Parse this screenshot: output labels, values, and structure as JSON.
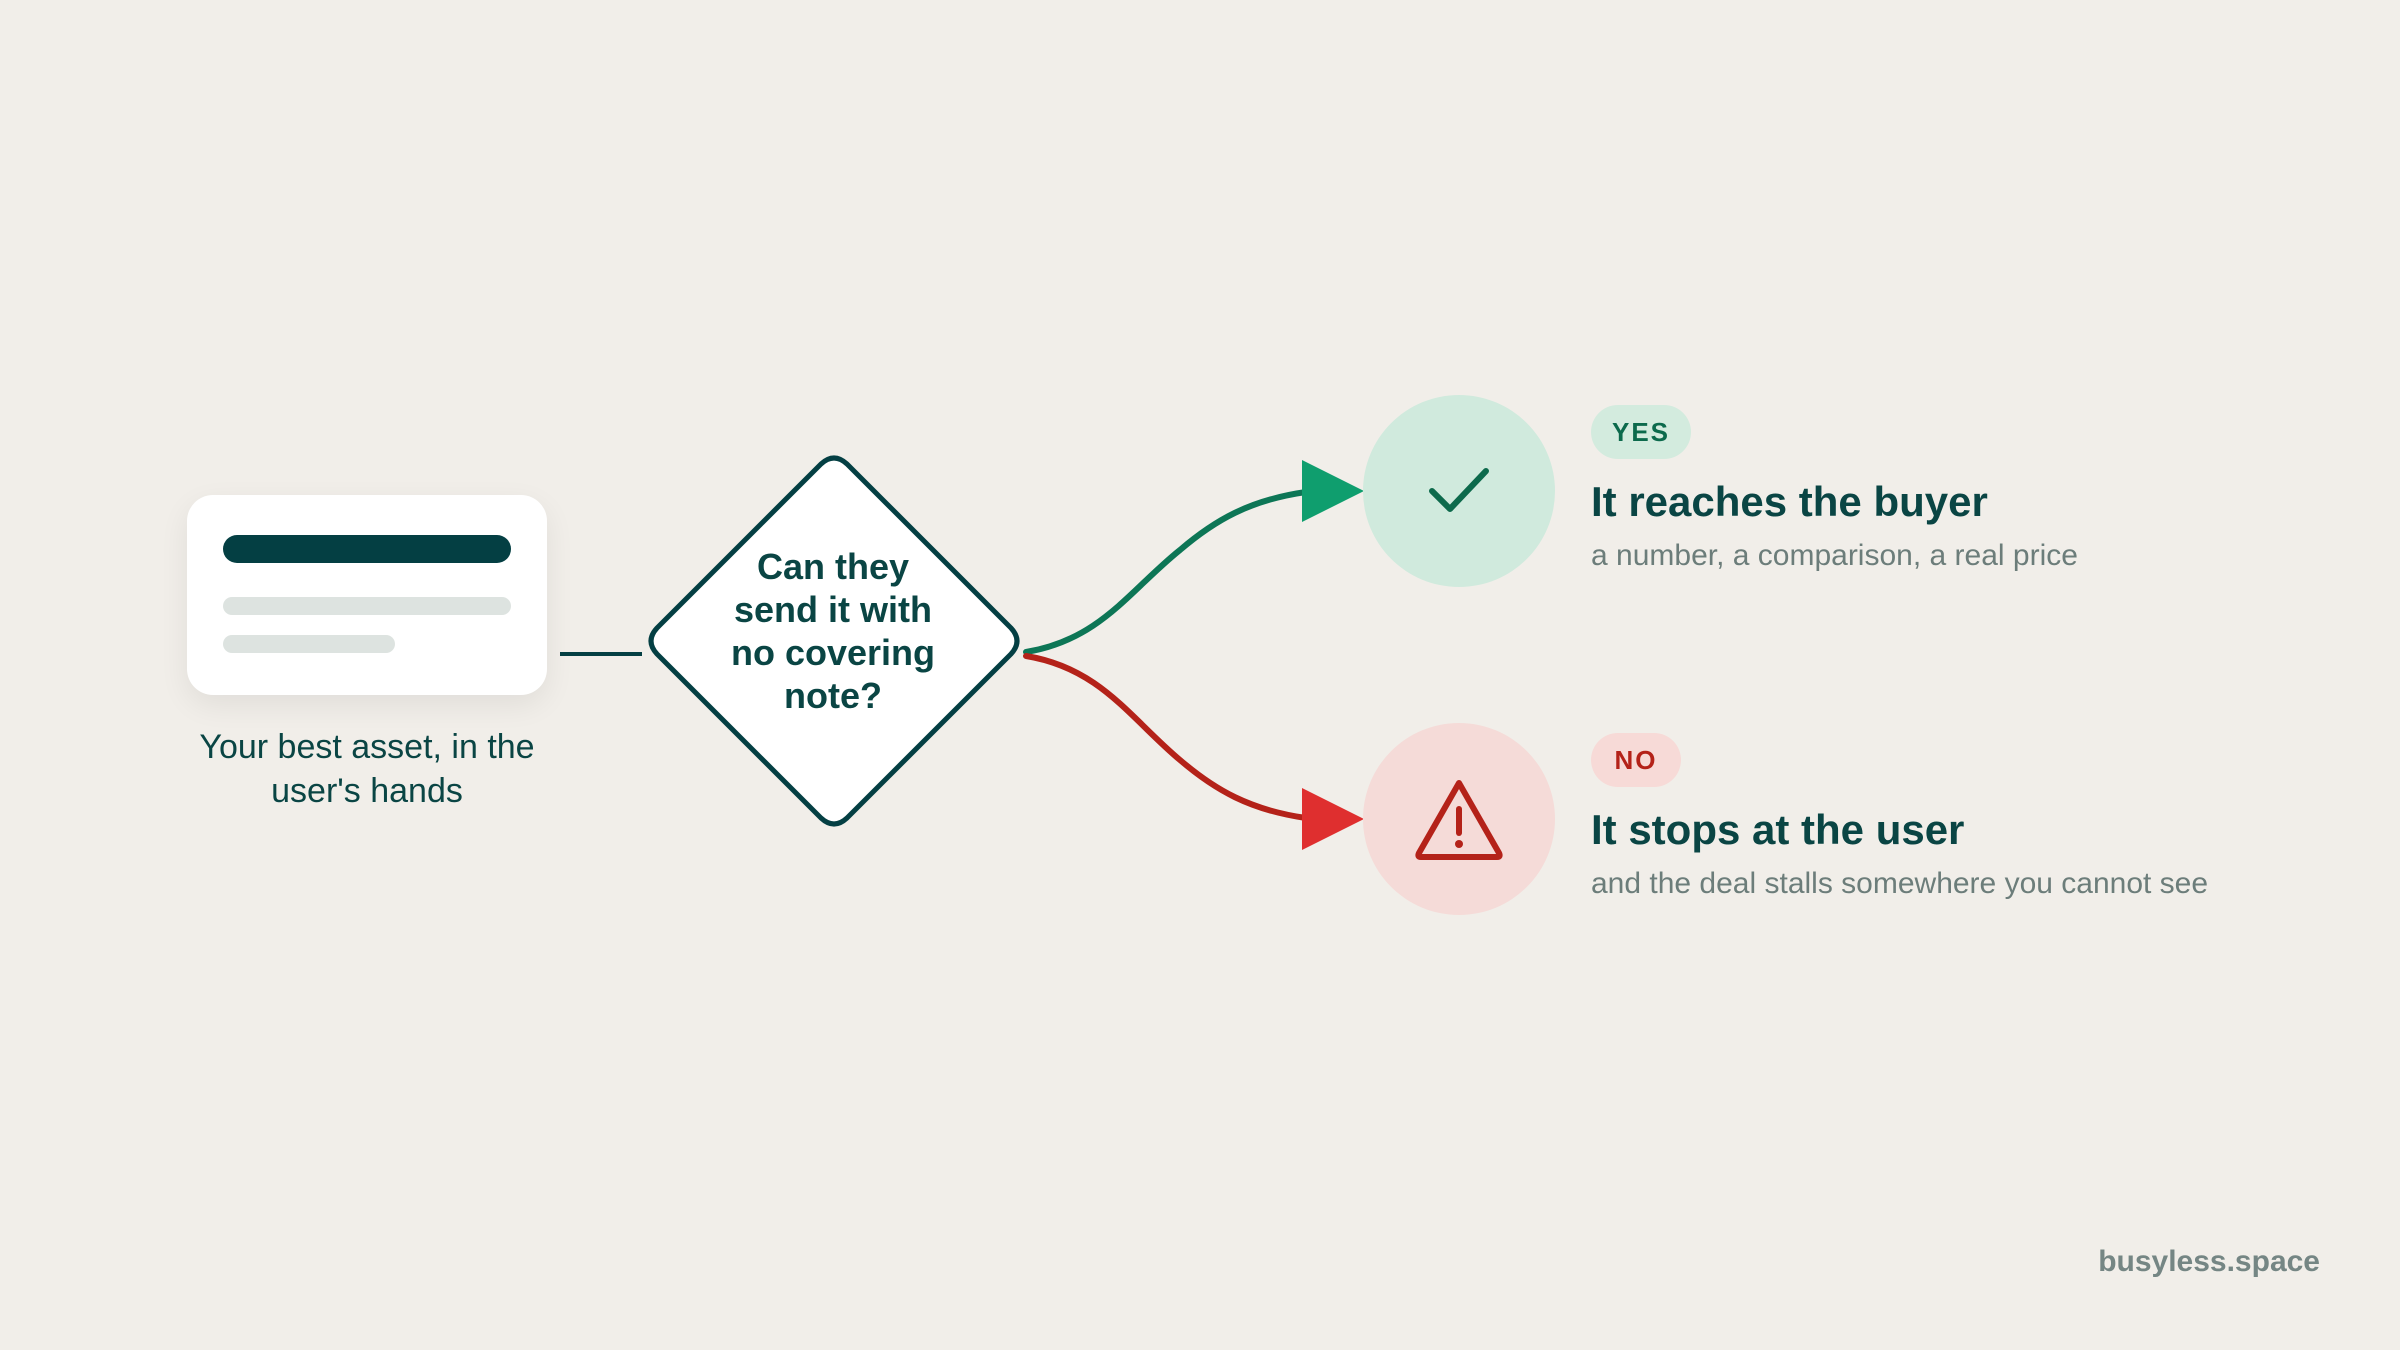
{
  "asset": {
    "caption": "Your best asset, in the user's hands"
  },
  "decision": {
    "question": "Can they send it with no covering note?"
  },
  "outcomes": {
    "yes": {
      "badge": "YES",
      "title": "It reaches the buyer",
      "subtitle": "a number, a comparison, a real price",
      "icon": "checkmark-icon"
    },
    "no": {
      "badge": "NO",
      "title": "It stops at the user",
      "subtitle": "and the deal stalls somewhere you cannot see",
      "icon": "warning-icon"
    }
  },
  "brand": "busyless.space",
  "colors": {
    "background": "#f1eee9",
    "ink": "#043f43",
    "yes_accent": "#0f9e6e",
    "yes_line": "#0d7656",
    "no_accent": "#df2f2f",
    "no_line": "#b42219"
  }
}
